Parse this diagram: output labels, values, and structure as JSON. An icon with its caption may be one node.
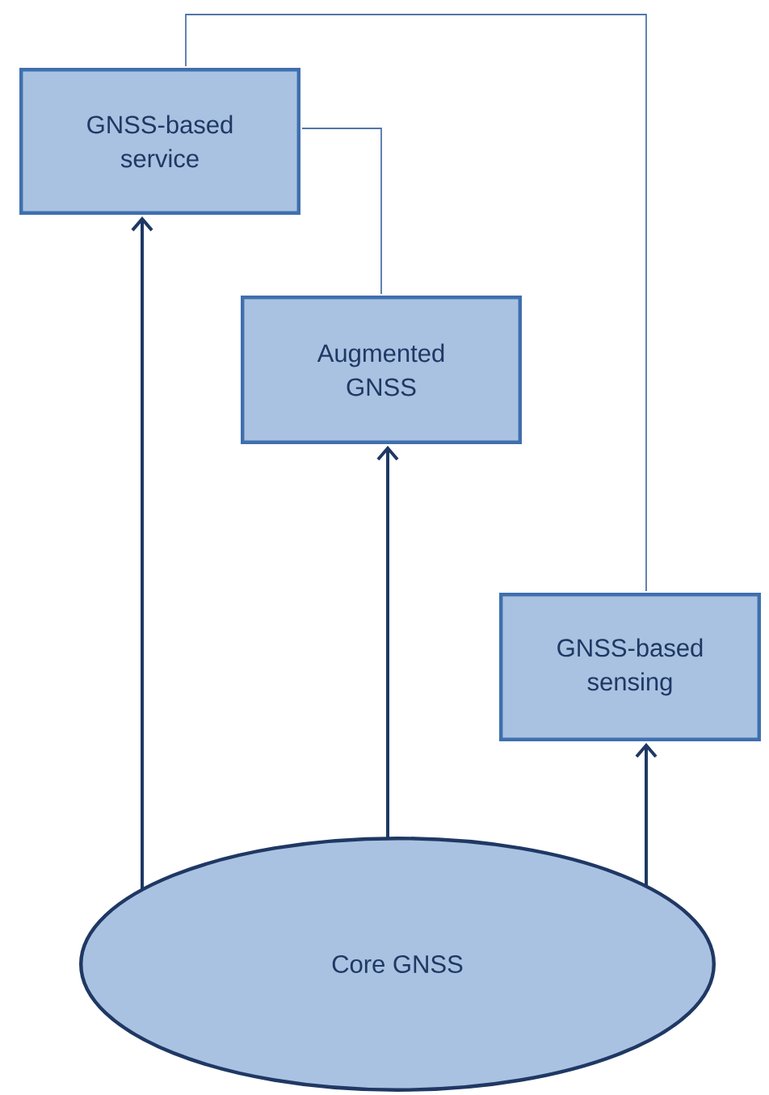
{
  "diagram": {
    "nodes": [
      {
        "text": [
          "GNSS-based service"
        ]
      },
      {
        "text": [
          "Augmented GNSS"
        ]
      },
      {
        "text": [
          "GNSS-based sensing"
        ]
      },
      {
        "text": [
          "Core GNSS"
        ]
      }
    ],
    "edges": [
      {
        "from": 3,
        "to": 0,
        "arrow": "to"
      },
      {
        "from": 3,
        "to": 1,
        "arrow": "to"
      },
      {
        "from": 3,
        "to": 2,
        "arrow": "to"
      },
      {
        "from": 0,
        "to": 1,
        "arrow": "none",
        "color": "#4f76a8"
      },
      {
        "from": 0,
        "to": 2,
        "arrow": "none",
        "color": "#4f76a8"
      }
    ]
  }
}
